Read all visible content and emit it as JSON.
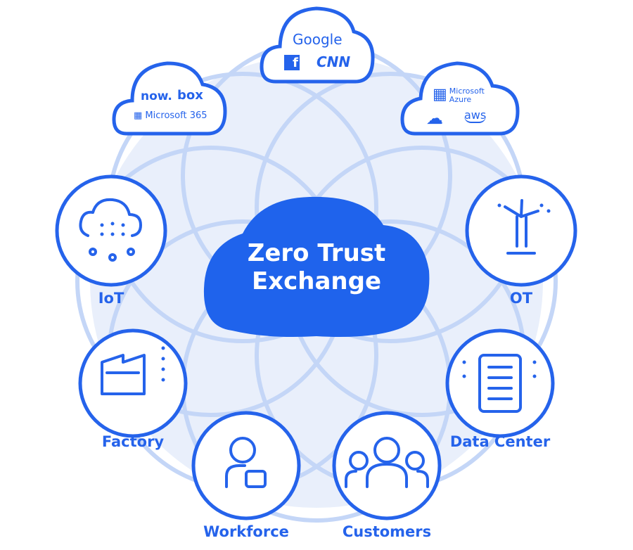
{
  "center": {
    "line1": "Zero Trust",
    "line2": "Exchange"
  },
  "nodes": {
    "iot": "IoT",
    "ot": "OT",
    "factory": "Factory",
    "data_center": "Data Center",
    "workforce": "Workforce",
    "customers": "Customers"
  },
  "clouds": {
    "left": {
      "now": "now.",
      "box": "box",
      "ms365": "Microsoft 365"
    },
    "top": {
      "google": "Google",
      "facebook": "f",
      "cnn": "CNN"
    },
    "right": {
      "azure1": "Microsoft",
      "azure2": "Azure",
      "aws": "aws"
    }
  },
  "colors": {
    "accent": "#2563eb",
    "ring": "#c4d6f7",
    "bg": "#e9effb"
  }
}
